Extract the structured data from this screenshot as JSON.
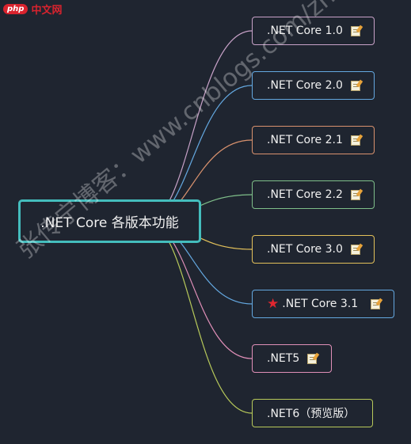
{
  "logo": {
    "badge": "php",
    "text": "中文网"
  },
  "root": {
    "label": ".NET Core 各版本功能"
  },
  "nodes": [
    {
      "label": ".NET Core 1.0",
      "icon": "note-icon",
      "color": "#c8a2c8"
    },
    {
      "label": ".NET Core 2.0",
      "icon": "note-icon",
      "color": "#64a8e0"
    },
    {
      "label": ".NET Core 2.1",
      "icon": "note-icon",
      "color": "#d9926e"
    },
    {
      "label": ".NET Core 2.2",
      "icon": "note-icon",
      "color": "#7fbf8a"
    },
    {
      "label": ".NET Core 3.0",
      "icon": "note-icon",
      "color": "#e3c15a"
    },
    {
      "label": ".NET Core 3.1",
      "icon": "note-icon",
      "star": "star-icon",
      "color": "#64a8e0"
    },
    {
      "label": ".NET5",
      "icon": "note-icon",
      "color": "#e08fb8"
    },
    {
      "label": ".NET6（预览版）",
      "icon": "",
      "color": "#b7c95a"
    }
  ],
  "watermark": "张传宁博客：www.cnblogs.com/zhangchuanning",
  "colors": {
    "background": "#1f2530",
    "root_border": "#44bdbd"
  }
}
